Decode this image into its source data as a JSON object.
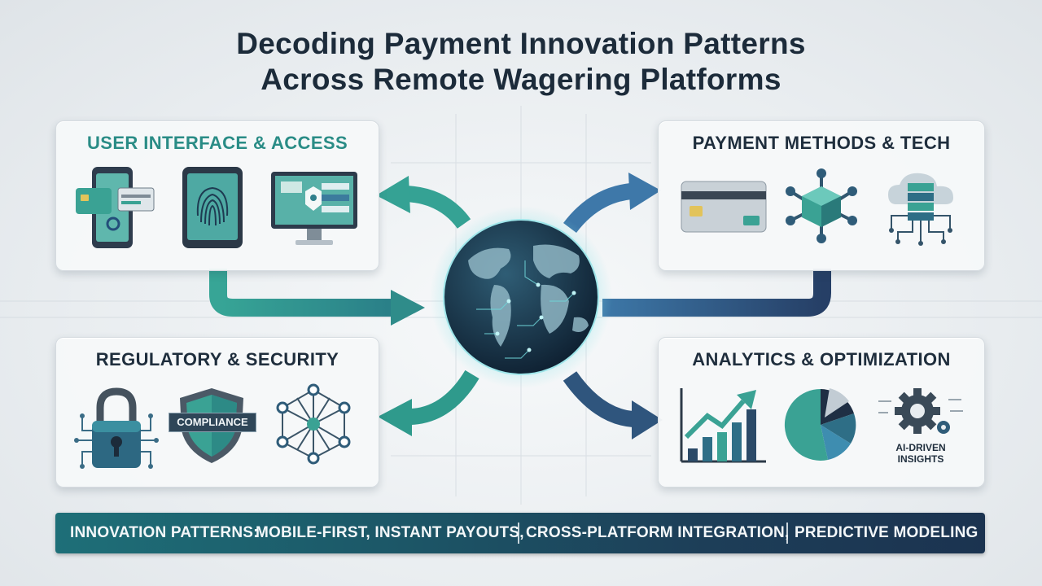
{
  "title": {
    "line1": "Decoding Payment Innovation Patterns",
    "line2": "Across Remote Wagering Platforms"
  },
  "panels": {
    "user_interface": {
      "title": "USER INTERFACE & ACCESS",
      "icons": [
        "mobile-card-icon",
        "fingerprint-tablet-icon",
        "monitor-dashboard-icon"
      ]
    },
    "payment_methods": {
      "title": "PAYMENT METHODS & TECH",
      "icons": [
        "credit-card-icon",
        "blockchain-cube-icon",
        "cloud-server-icon"
      ]
    },
    "regulatory": {
      "title": "REGULATORY & SECURITY",
      "compliance_label": "COMPLIANCE",
      "icons": [
        "circuit-padlock-icon",
        "compliance-shield-icon",
        "network-nodes-icon"
      ]
    },
    "analytics": {
      "title": "ANALYTICS & OPTIMIZATION",
      "ai_label_line1": "AI-DRIVEN",
      "ai_label_line2": "INSIGHTS",
      "icons": [
        "bar-chart-growth-icon",
        "pie-chart-icon",
        "gear-ai-icon"
      ]
    }
  },
  "center": {
    "icon": "digital-globe-icon"
  },
  "banner": {
    "label": "INNOVATION PATTERNS:",
    "item1": "MOBILE-FIRST, INSTANT PAYOUTS,",
    "item2": "CROSS-PLATFORM INTEGRATION,",
    "item3": "PREDICTIVE MODELING"
  },
  "colors": {
    "teal": "#2f9a8f",
    "navy": "#2c5782",
    "dark_text": "#1c2b3a"
  }
}
